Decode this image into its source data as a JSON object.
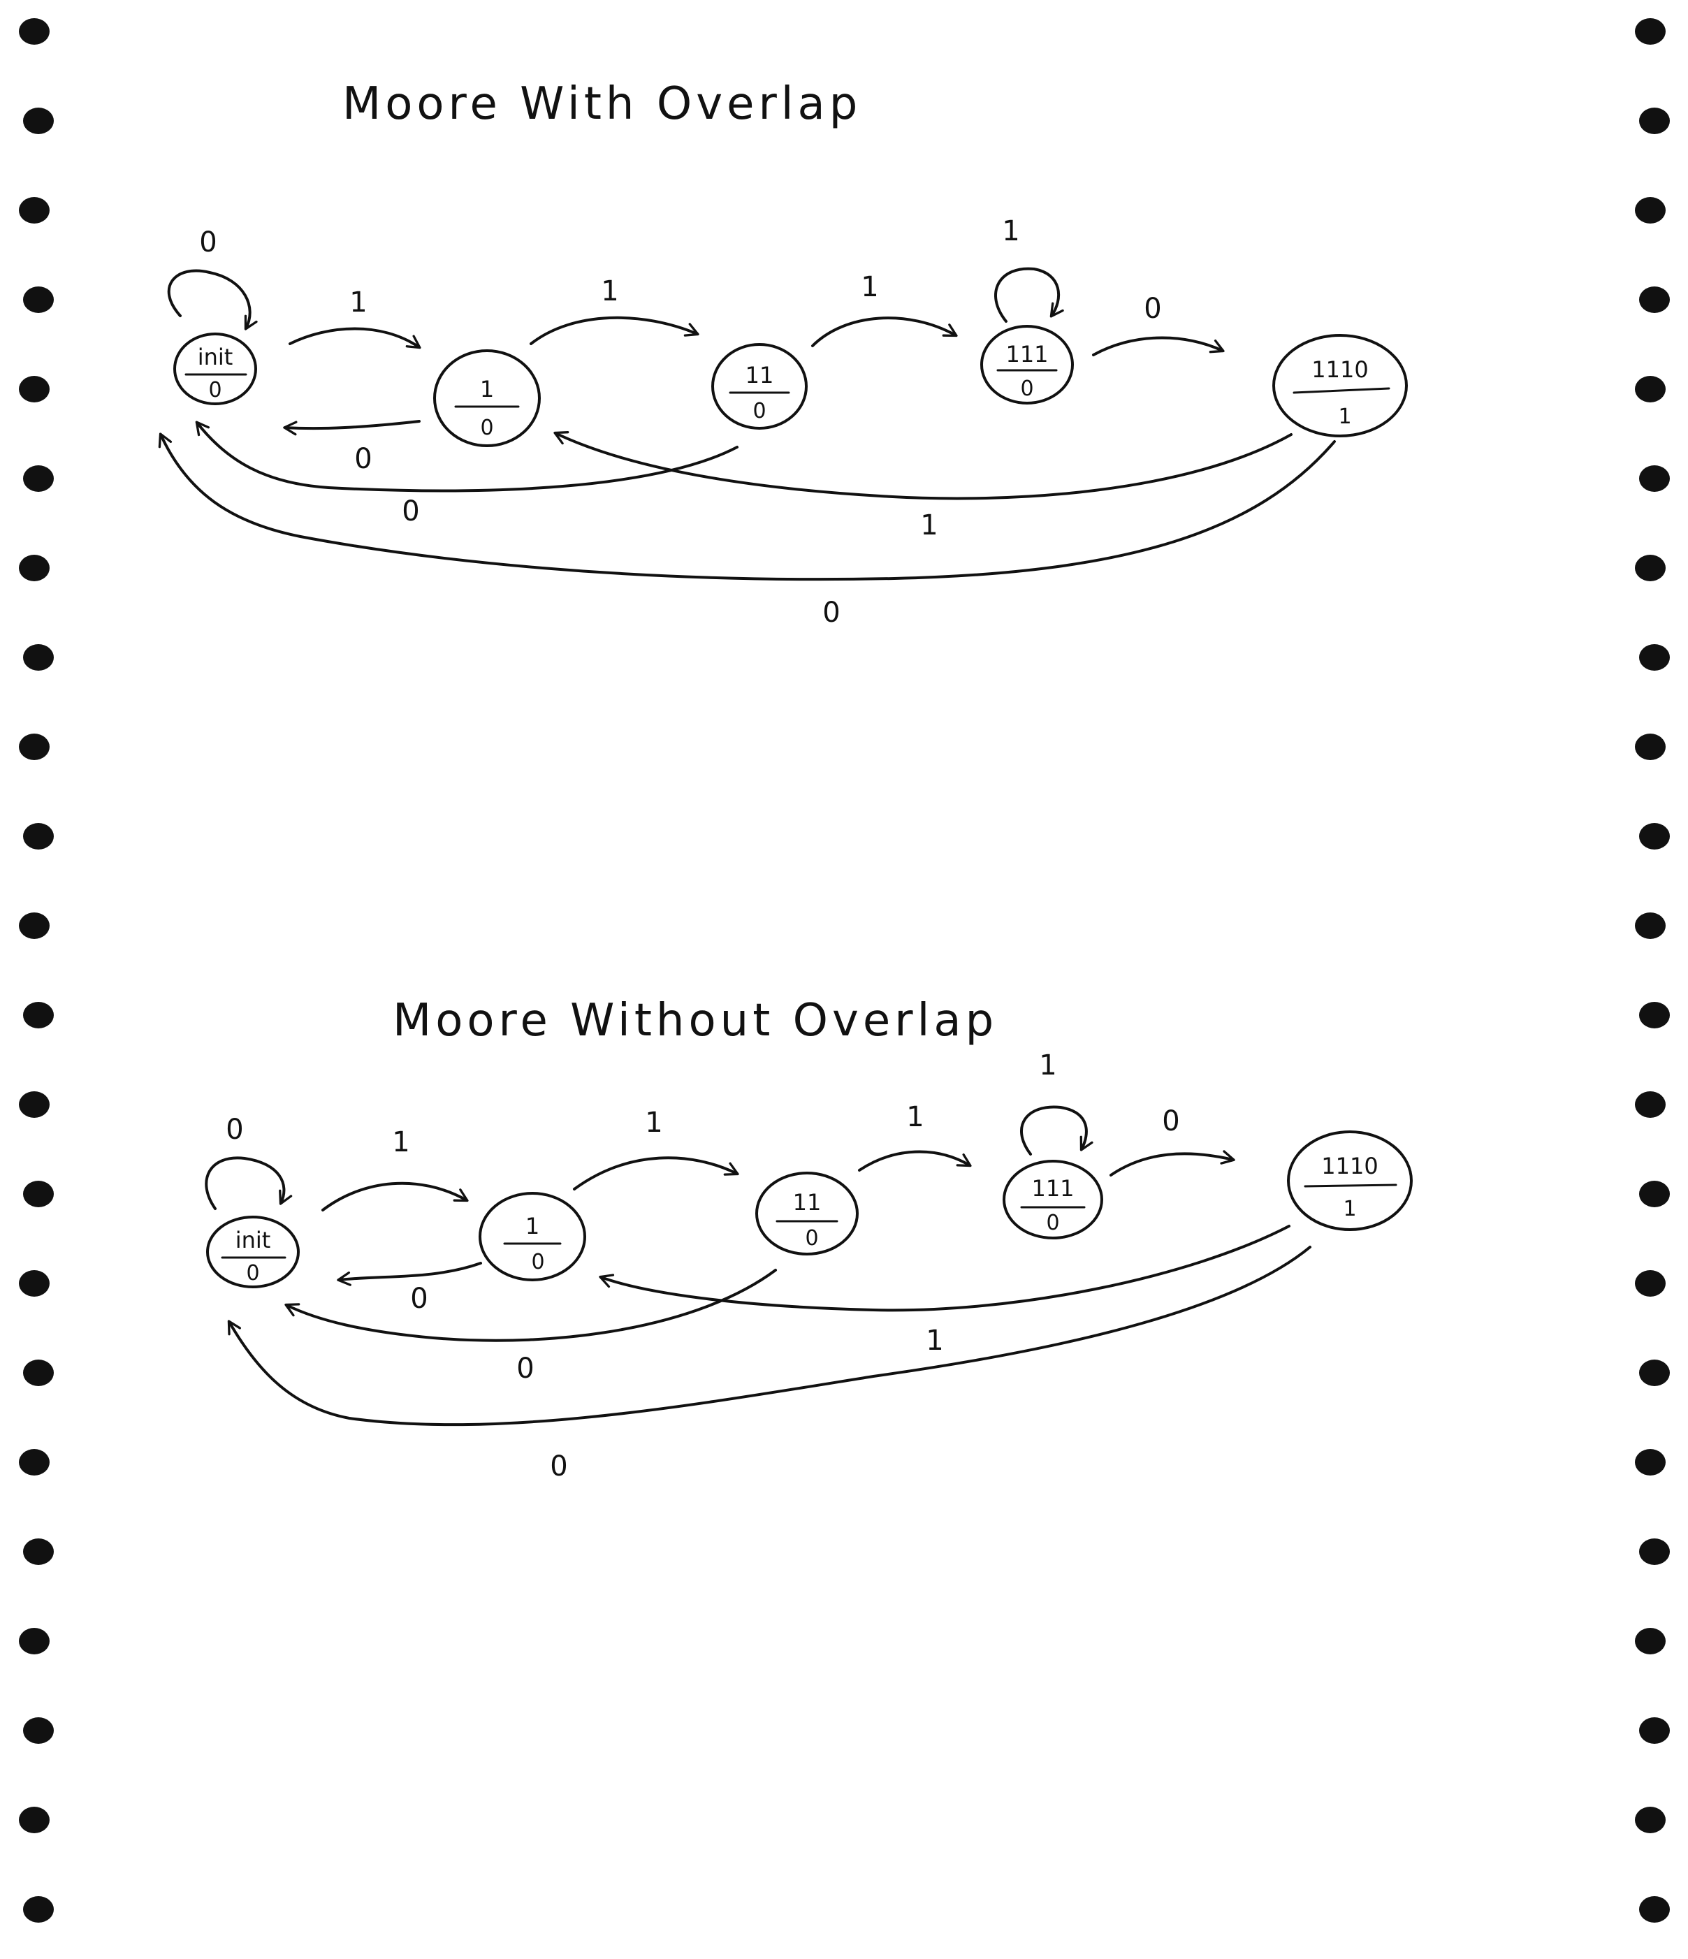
{
  "diagrams": [
    {
      "title": "Moore With Overlap",
      "states": [
        {
          "id": "init",
          "name": "init",
          "output": "0"
        },
        {
          "id": "s1",
          "name": "1",
          "output": "0"
        },
        {
          "id": "s11",
          "name": "11",
          "output": "0"
        },
        {
          "id": "s111",
          "name": "111",
          "output": "0"
        },
        {
          "id": "s1110",
          "name": "1110",
          "output": "1"
        }
      ],
      "transitions": [
        {
          "from": "init",
          "to": "init",
          "input": "0"
        },
        {
          "from": "init",
          "to": "s1",
          "input": "1"
        },
        {
          "from": "s1",
          "to": "init",
          "input": "0"
        },
        {
          "from": "s1",
          "to": "s11",
          "input": "1"
        },
        {
          "from": "s11",
          "to": "s111",
          "input": "1"
        },
        {
          "from": "s11",
          "to": "init",
          "input": "0"
        },
        {
          "from": "s111",
          "to": "s111",
          "input": "1"
        },
        {
          "from": "s111",
          "to": "s1110",
          "input": "0"
        },
        {
          "from": "s1110",
          "to": "s1",
          "input": "1"
        },
        {
          "from": "s1110",
          "to": "init",
          "input": "0"
        }
      ]
    },
    {
      "title": "Moore Without Overlap",
      "states": [
        {
          "id": "init",
          "name": "init",
          "output": "0"
        },
        {
          "id": "s1",
          "name": "1",
          "output": "0"
        },
        {
          "id": "s11",
          "name": "11",
          "output": "0"
        },
        {
          "id": "s111",
          "name": "111",
          "output": "0"
        },
        {
          "id": "s1110",
          "name": "1110",
          "output": "1"
        }
      ],
      "transitions": [
        {
          "from": "init",
          "to": "init",
          "input": "0"
        },
        {
          "from": "init",
          "to": "s1",
          "input": "1"
        },
        {
          "from": "s1",
          "to": "init",
          "input": "0"
        },
        {
          "from": "s1",
          "to": "s11",
          "input": "1"
        },
        {
          "from": "s11",
          "to": "s111",
          "input": "1"
        },
        {
          "from": "s11",
          "to": "init",
          "input": "0"
        },
        {
          "from": "s111",
          "to": "s111",
          "input": "1"
        },
        {
          "from": "s111",
          "to": "s1110",
          "input": "0"
        },
        {
          "from": "s1110",
          "to": "s1",
          "input": "1"
        },
        {
          "from": "s1110",
          "to": "init",
          "input": "0"
        }
      ]
    }
  ],
  "colors": {
    "ink": "#111111",
    "paper": "#ffffff",
    "binder_holes": "#111111"
  }
}
